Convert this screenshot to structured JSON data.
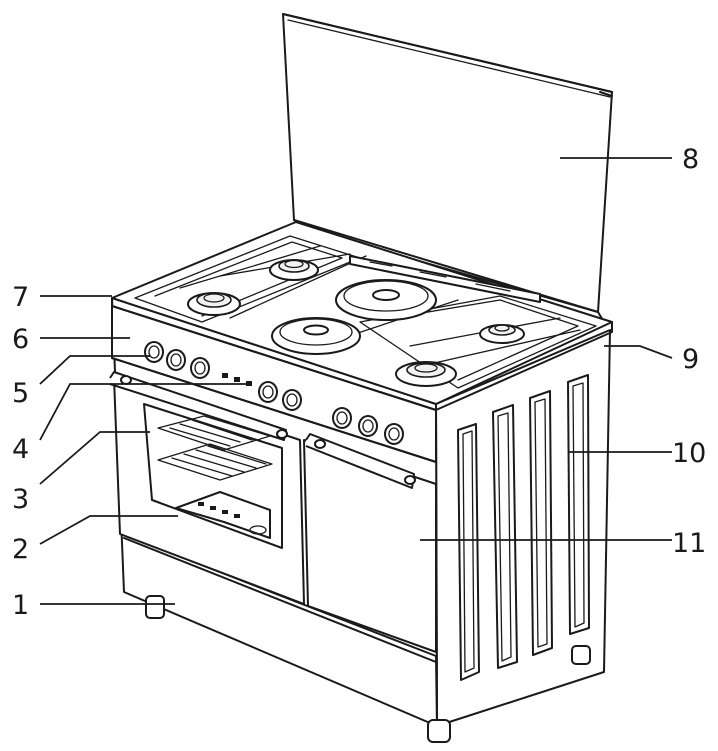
{
  "callouts": [
    {
      "label": "1"
    },
    {
      "label": "2"
    },
    {
      "label": "3"
    },
    {
      "label": "4"
    },
    {
      "label": "5"
    },
    {
      "label": "6"
    },
    {
      "label": "7"
    },
    {
      "label": "8"
    },
    {
      "label": "9"
    },
    {
      "label": "10"
    },
    {
      "label": "11"
    }
  ]
}
